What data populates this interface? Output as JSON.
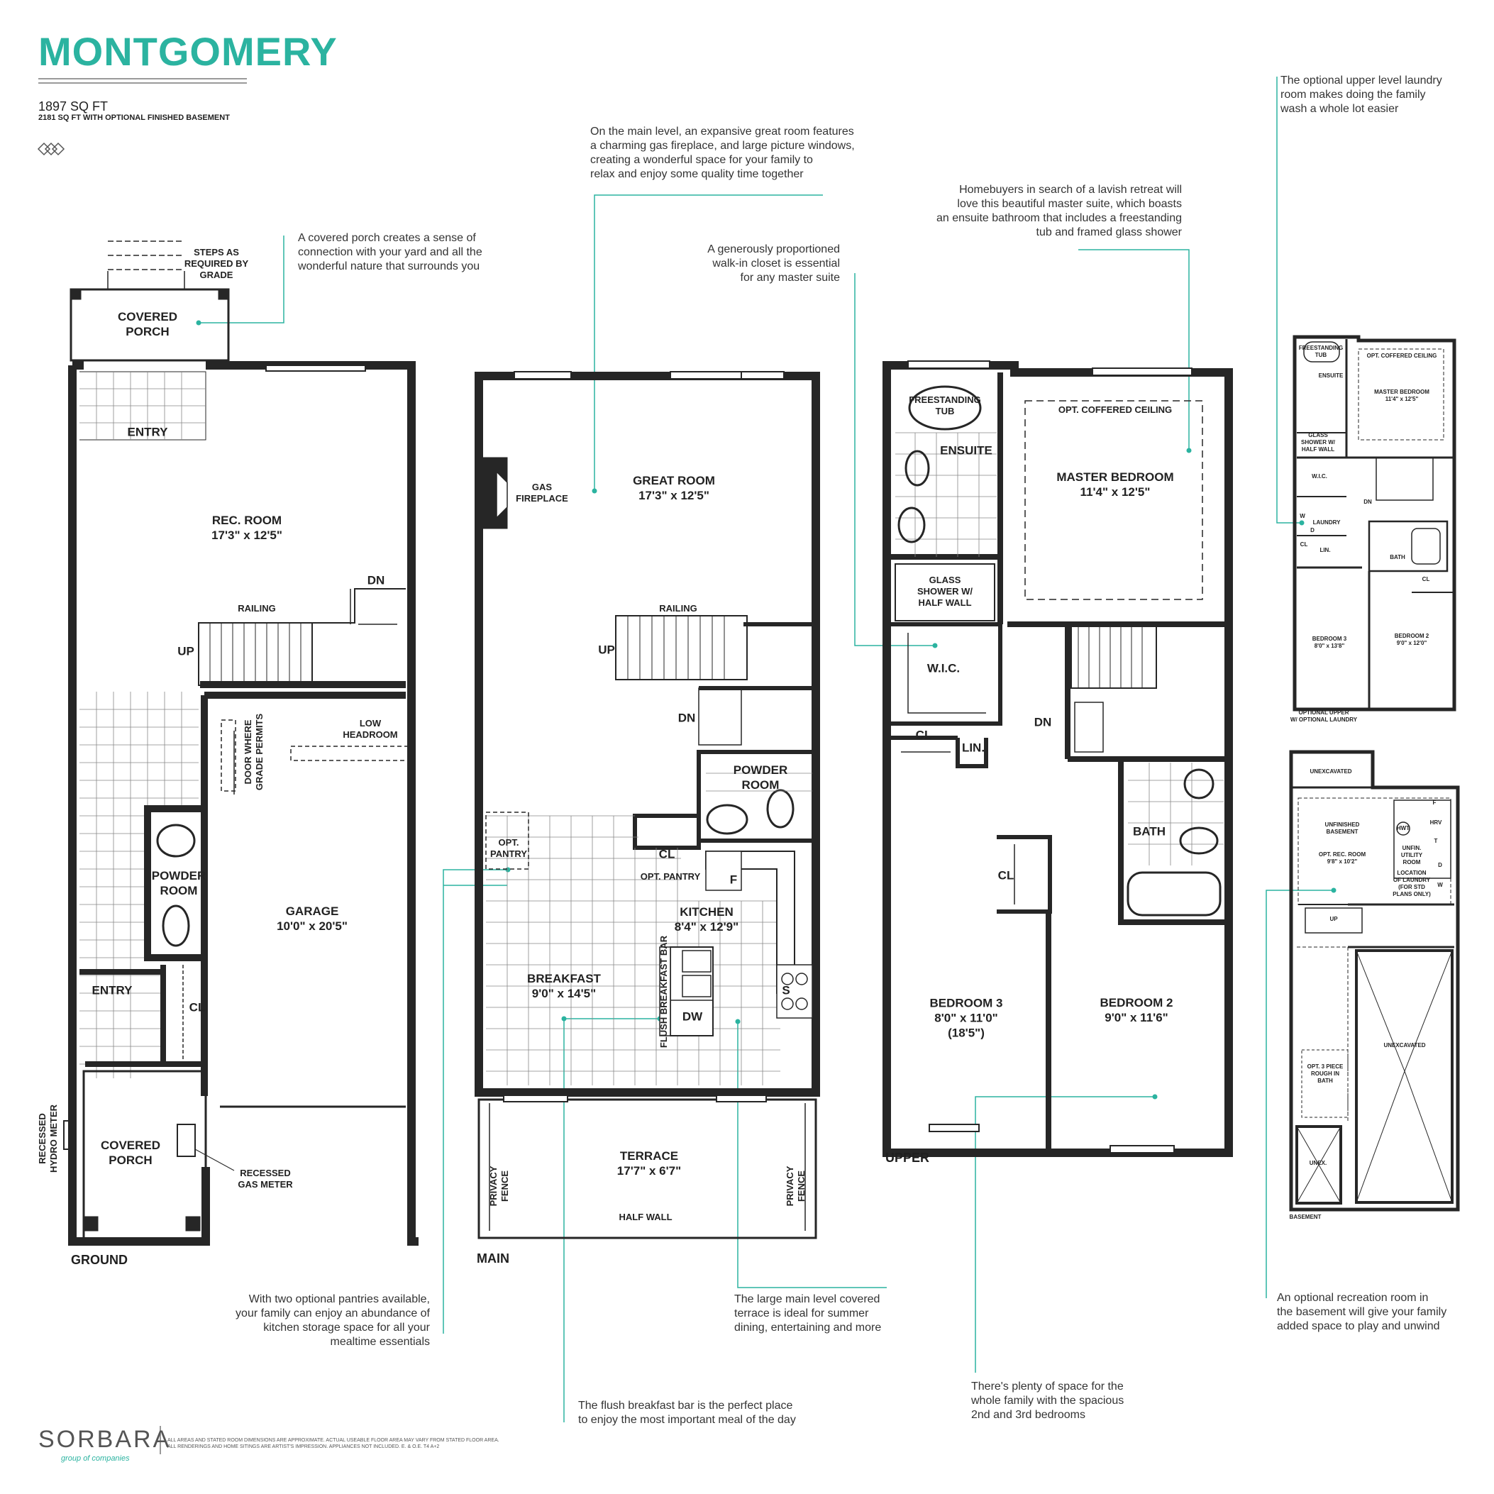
{
  "header": {
    "title": "MONTGOMERY",
    "sqft": "1897 SQ FT",
    "sqft_basement": "2181 SQ FT WITH OPTIONAL FINISHED BASEMENT"
  },
  "notes": {
    "porch": "A covered porch creates a sense of\nconnection with your yard and all the\nwonderful nature that surrounds you",
    "great_room": "On the main level, an expansive great room features\na charming gas fireplace, and large picture windows,\ncreating a wonderful space for your family to\nrelax and enjoy some quality time together",
    "wic": "A generously proportioned\nwalk-in closet is essential\nfor any master suite",
    "master": "Homebuyers in search of a lavish retreat will\nlove this beautiful master suite, which boasts\nan ensuite bathroom that includes a freestanding\ntub and framed glass shower",
    "laundry": "The optional upper level laundry\nroom makes doing the family\nwash a whole lot easier",
    "pantries": "With two optional pantries available,\nyour family can enjoy an abundance of\nkitchen storage space for all your\nmealtime essentials",
    "terrace": "The large main level covered\nterrace is ideal for summer\ndining, entertaining and more",
    "breakfast": "The flush breakfast bar is the perfect place\nto enjoy the most important meal of the day",
    "bedrooms": "There's plenty of space for the\nwhole family with the spacious\n2nd and 3rd bedrooms",
    "rec_room": "An optional recreation room in\nthe basement will give your family\nadded space to play and unwind"
  },
  "levels": {
    "ground": "GROUND",
    "main": "MAIN",
    "upper": "UPPER",
    "upper_opt": "OPTIONAL UPPER\nW/ OPTIONAL LAUNDRY",
    "basement": "BASEMENT"
  },
  "ground": {
    "steps": "STEPS AS\nREQUIRED BY\nGRADE",
    "covered_porch_top": "COVERED\nPORCH",
    "entry_top": "ENTRY",
    "rec_room": "REC. ROOM\n17'3\" x 12'5\"",
    "dn": "DN",
    "railing": "RAILING",
    "up": "UP",
    "low_headroom": "LOW\nHEADROOM",
    "door_grade": "DOOR WHERE\nGRADE PERMITS",
    "powder_room": "POWDER\nROOM",
    "garage": "GARAGE\n10'0\" x 20'5\"",
    "entry_bottom": "ENTRY",
    "cl": "CL",
    "covered_porch_bottom": "COVERED\nPORCH",
    "hydro": "RECESSED\nHYDRO METER",
    "gas": "RECESSED\nGAS METER"
  },
  "main": {
    "gas_fireplace": "GAS\nFIREPLACE",
    "great_room": "GREAT ROOM\n17'3\" x 12'5\"",
    "railing": "RAILING",
    "up": "UP",
    "dn": "DN",
    "powder_room": "POWDER\nROOM",
    "opt_pantry_left": "OPT.\nPANTRY",
    "cl": "CL",
    "opt_pantry": "OPT. PANTRY",
    "f": "F",
    "kitchen": "KITCHEN\n8'4\" x 12'9\"",
    "breakfast": "BREAKFAST\n9'0\" x 14'5\"",
    "flush_bar": "FLUSH BREAKFAST BAR",
    "dw": "DW",
    "s": "S",
    "terrace": "TERRACE\n17'7\" x 6'7\"",
    "privacy_fence": "PRIVACY\nFENCE",
    "half_wall": "HALF WALL"
  },
  "upper": {
    "tub": "FREESTANDING\nTUB",
    "ensuite": "ENSUITE",
    "coffered": "OPT. COFFERED CEILING",
    "master": "MASTER BEDROOM\n11'4\" x 12'5\"",
    "shower": "GLASS\nSHOWER W/\nHALF WALL",
    "wic": "W.I.C.",
    "dn": "DN",
    "cl": "CL",
    "lin": "LIN.",
    "bath": "BATH",
    "bed3": "BEDROOM 3\n8'0\" x 11'0\"\n(18'5\")",
    "bed2": "BEDROOM 2\n9'0\" x 11'6\""
  },
  "upper_small": {
    "tub": "FREESTANDING\nTUB",
    "coffered": "OPT. COFFERED CEILING",
    "ensuite": "ENSUITE",
    "master": "MASTER BEDROOM\n11'4\" x 12'5\"",
    "shower": "GLASS\nSHOWER W/\nHALF WALL",
    "wic": "W.I.C.",
    "dn": "DN",
    "laundry": "LAUNDRY",
    "w": "W",
    "d": "D",
    "cl": "CL",
    "lin": "LIN.",
    "bath": "BATH",
    "bed3": "BEDROOM 3\n8'0\" x 13'8\"",
    "bed2": "BEDROOM 2\n9'0\" x 12'0\""
  },
  "basement": {
    "unexcavated_top": "UNEXCAVATED",
    "unfinished": "UNFINISHED\nBASEMENT",
    "opt_rec": "OPT. REC. ROOM\n9'8\" x 10'2\"",
    "hwt": "HWT",
    "f": "F",
    "hrv": "HRV",
    "t": "T",
    "utility": "UNFIN.\nUTILITY\nROOM",
    "location": "LOCATION\nOF LAUNDRY\n(FOR STD\nPLANS ONLY)",
    "d": "D",
    "w": "W",
    "up": "UP",
    "unexcavated_right": "UNEXCAVATED",
    "rough_bath": "OPT. 3 PIECE\nROUGH IN\nBATH",
    "unex": "UNEX."
  },
  "footer": {
    "logo": "SORBARA",
    "logo_sub": "group of companies",
    "legal": "ALL AREAS AND STATED ROOM DIMENSIONS ARE APPROXIMATE. ACTUAL USEABLE FLOOR AREA MAY VARY FROM STATED FLOOR AREA. ALL RENDERINGS AND HOME SITINGS ARE ARTIST'S IMPRESSION. APPLIANCES NOT INCLUDED. E. & O.E. T4 A+2"
  },
  "colors": {
    "accent": "#2bb3a0",
    "wall": "#262626"
  }
}
